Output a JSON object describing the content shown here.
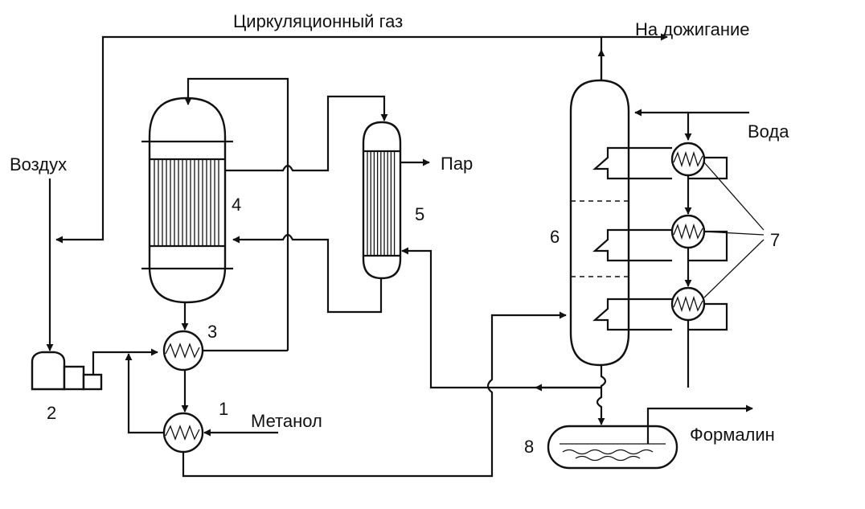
{
  "labels": {
    "circ_gas": "Циркуляционный газ",
    "burn": "На дожигание",
    "air": "Воздух",
    "steam": "Пар",
    "water": "Вода",
    "methanol": "Метанол",
    "formalin": "Формалин"
  },
  "numbers": {
    "n1": "1",
    "n2": "2",
    "n3": "3",
    "n4": "4",
    "n5": "5",
    "n6": "6",
    "n7": "7",
    "n8": "8"
  },
  "colors": {
    "ink": "#111111",
    "paper": "#ffffff"
  }
}
